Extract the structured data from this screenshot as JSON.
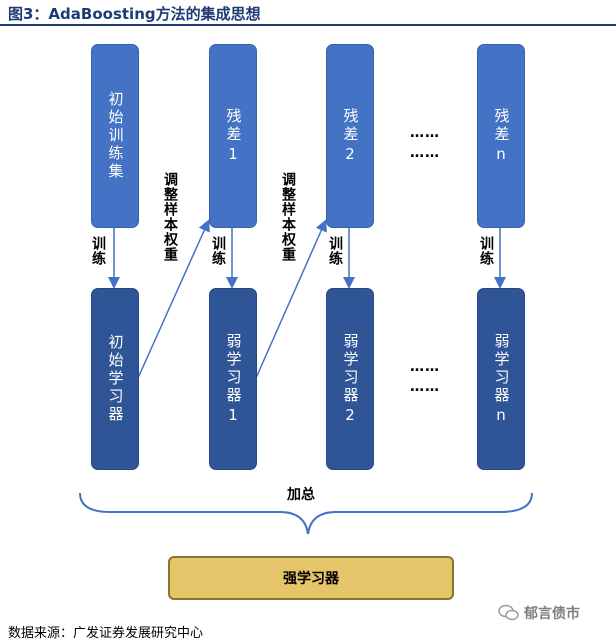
{
  "figure": {
    "title": "图3：AdaBoosting方法的集成思想",
    "source": "数据来源：广发证券发展研究中心",
    "watermark_text": "郁言债市"
  },
  "top_boxes": [
    {
      "label": "初始训练集"
    },
    {
      "label": "残差",
      "index": "1"
    },
    {
      "label": "残差",
      "index": "2"
    },
    {
      "label": "残差",
      "index": "n"
    }
  ],
  "bottom_boxes": [
    {
      "label": "初始学习器"
    },
    {
      "label": "弱学习器",
      "index": "1"
    },
    {
      "label": "弱学习器",
      "index": "2"
    },
    {
      "label": "弱学习器",
      "index": "n"
    }
  ],
  "edge_labels": {
    "train": "训练",
    "reweight": "调整样本权重",
    "ellipsis": "……"
  },
  "sum_label": "加总",
  "final_box": "强学习器",
  "colors": {
    "top_box": "#4472c4",
    "bottom_box": "#2f5597",
    "arrow": "#4472c4",
    "final_box": "#e5c56a",
    "title": "#1f3b73"
  }
}
